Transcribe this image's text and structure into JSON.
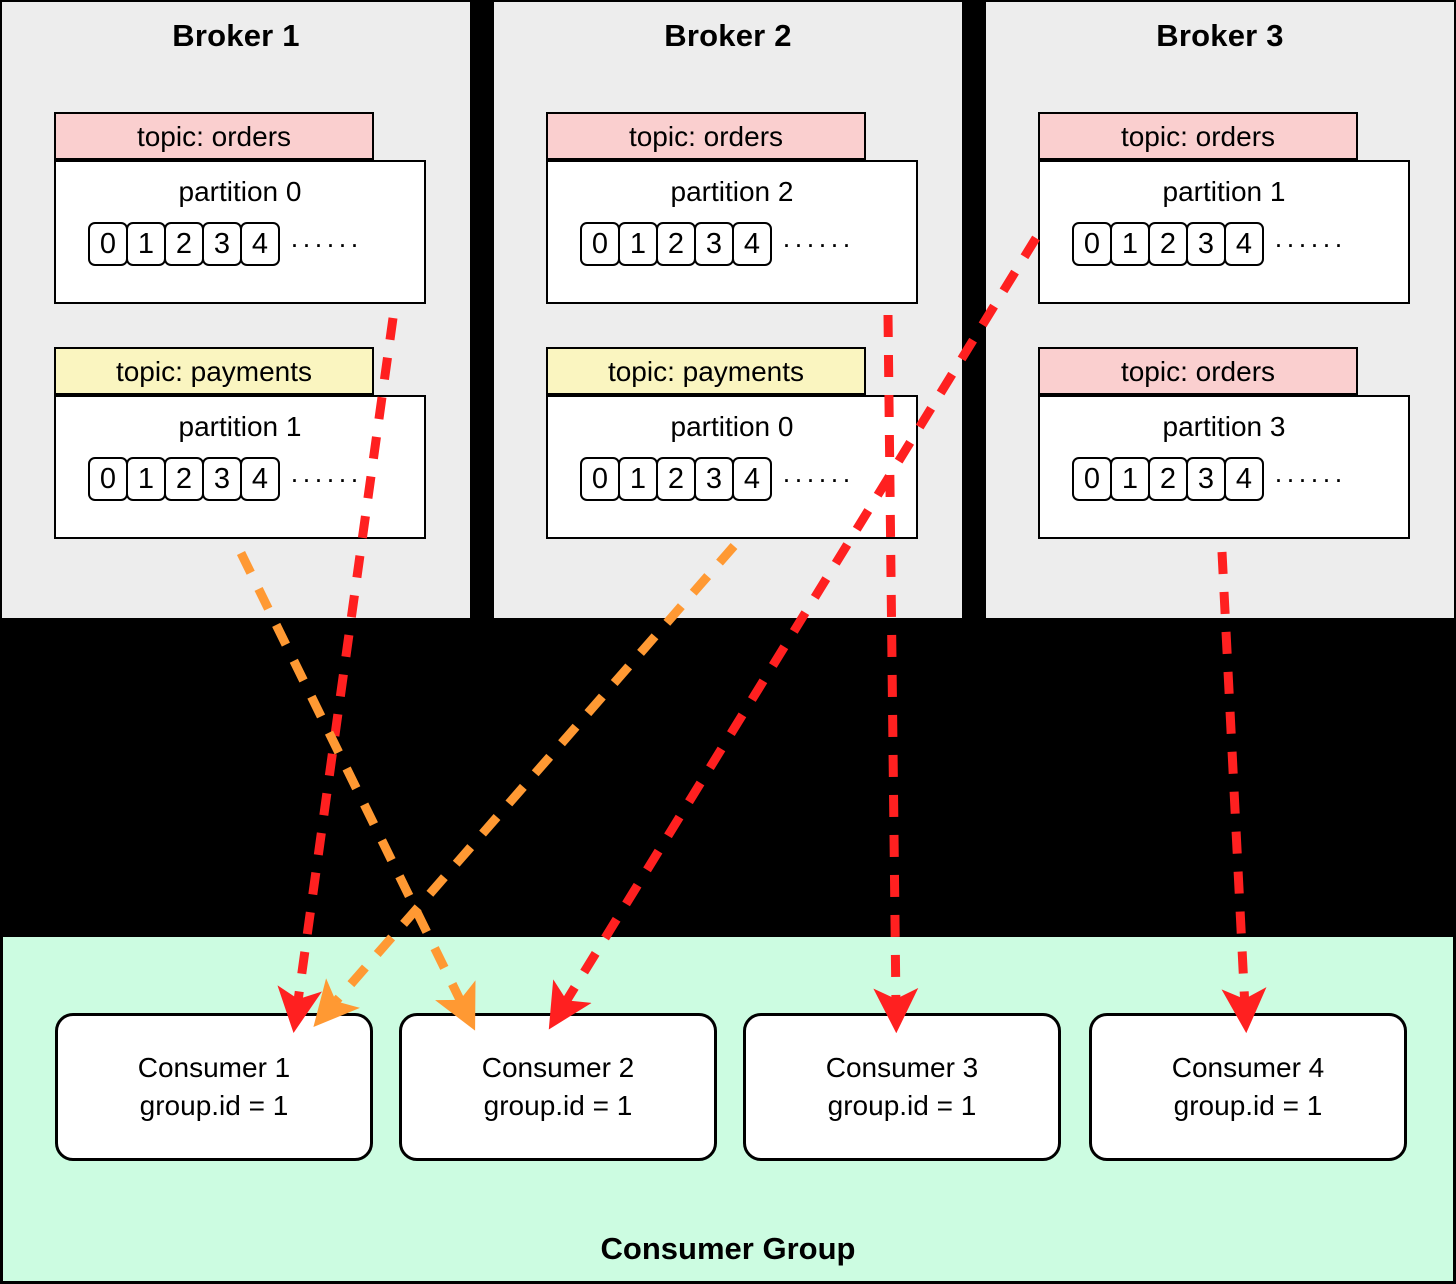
{
  "diagram": {
    "title": "Kafka brokers, topics, partitions and consumer group",
    "colors": {
      "broker_bg": "#EDEDED",
      "topic_orders_bg": "#FACFCF",
      "topic_payments_bg": "#FAF5C0",
      "consumer_group_bg": "#CCFCE1",
      "arrow_red": "#FF2020",
      "arrow_orange": "#FF9933",
      "canvas_bg": "#000000",
      "outline": "#000000"
    }
  },
  "brokers": [
    {
      "title": "Broker 1",
      "topics": [
        {
          "topic_label": "topic: orders",
          "kind": "orders",
          "partition_label": "partition 0",
          "offsets": [
            "0",
            "1",
            "2",
            "3",
            "4"
          ],
          "ellipsis": "······"
        },
        {
          "topic_label": "topic: payments",
          "kind": "payments",
          "partition_label": "partition 1",
          "offsets": [
            "0",
            "1",
            "2",
            "3",
            "4"
          ],
          "ellipsis": "······"
        }
      ]
    },
    {
      "title": "Broker 2",
      "topics": [
        {
          "topic_label": "topic: orders",
          "kind": "orders",
          "partition_label": "partition 2",
          "offsets": [
            "0",
            "1",
            "2",
            "3",
            "4"
          ],
          "ellipsis": "······"
        },
        {
          "topic_label": "topic: payments",
          "kind": "payments",
          "partition_label": "partition 0",
          "offsets": [
            "0",
            "1",
            "2",
            "3",
            "4"
          ],
          "ellipsis": "······"
        }
      ]
    },
    {
      "title": "Broker 3",
      "topics": [
        {
          "topic_label": "topic: orders",
          "kind": "orders",
          "partition_label": "partition 1",
          "offsets": [
            "0",
            "1",
            "2",
            "3",
            "4"
          ],
          "ellipsis": "······"
        },
        {
          "topic_label": "topic: orders",
          "kind": "orders",
          "partition_label": "partition 3",
          "offsets": [
            "0",
            "1",
            "2",
            "3",
            "4"
          ],
          "ellipsis": "······"
        }
      ]
    }
  ],
  "consumer_group": {
    "title": "Consumer Group",
    "consumers": [
      {
        "name": "Consumer 1",
        "group": "group.id = 1"
      },
      {
        "name": "Consumer 2",
        "group": "group.id = 1"
      },
      {
        "name": "Consumer 3",
        "group": "group.id = 1"
      },
      {
        "name": "Consumer 4",
        "group": "group.id = 1"
      }
    ]
  },
  "assignments": [
    {
      "from": "broker1.orders.partition0",
      "to": "Consumer 1",
      "color": "red"
    },
    {
      "from": "broker2.payments.partition0",
      "to": "Consumer 1",
      "color": "orange"
    },
    {
      "from": "broker1.payments.partition1",
      "to": "Consumer 2",
      "color": "orange"
    },
    {
      "from": "broker3.orders.partition1",
      "to": "Consumer 2",
      "color": "red"
    },
    {
      "from": "broker2.orders.partition2",
      "to": "Consumer 3",
      "color": "red"
    },
    {
      "from": "broker3.orders.partition3",
      "to": "Consumer 4",
      "color": "red"
    }
  ]
}
